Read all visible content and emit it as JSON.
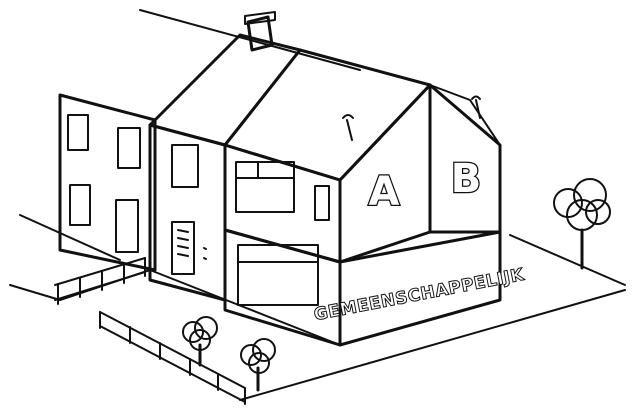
{
  "labels": {
    "unit_a": "A",
    "unit_b": "B",
    "shared": "GEMEENSCHAPPELIJK"
  },
  "colors": {
    "unit_a_fill": "#f04a30",
    "unit_b_fill": "#6f9fe6",
    "outline": "#111111",
    "background": "#ffffff"
  }
}
